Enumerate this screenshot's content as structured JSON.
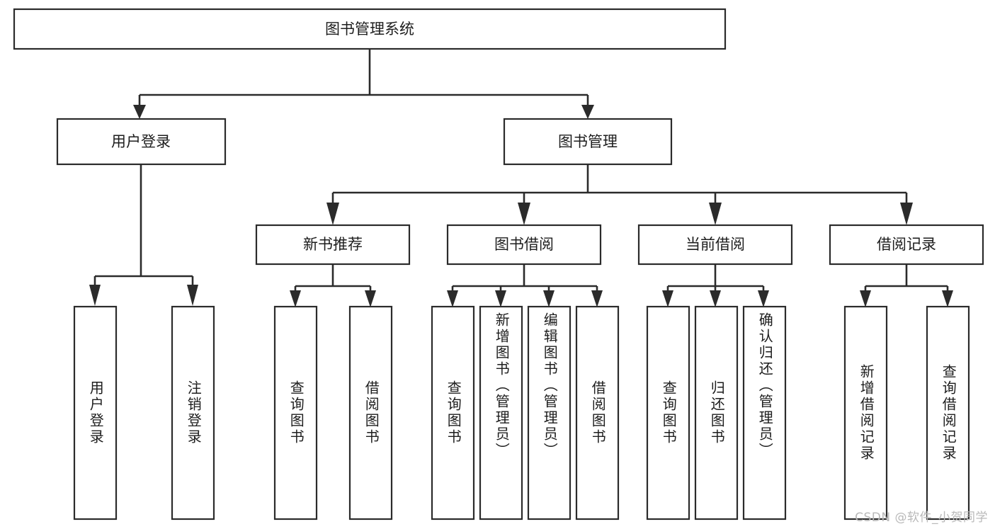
{
  "diagram": {
    "type": "tree",
    "title": "图书管理系统",
    "orientation": "top-down",
    "watermark": "CSDN @软件_小贺同学",
    "colors": {
      "background": "#ffffff",
      "node_fill": "#ffffff",
      "node_stroke": "#2b2b2b",
      "text": "#1d1d1d",
      "watermark": "#b9b9b9"
    },
    "levels": [
      {
        "level": 1,
        "nodes": [
          {
            "id": "root",
            "label": "图书管理系统",
            "orientation": "horizontal"
          }
        ]
      },
      {
        "level": 2,
        "nodes": [
          {
            "id": "login",
            "label": "用户登录",
            "orientation": "horizontal",
            "parent": "root"
          },
          {
            "id": "bookmgmt",
            "label": "图书管理",
            "orientation": "horizontal",
            "parent": "root"
          }
        ]
      },
      {
        "level": 3,
        "nodes": [
          {
            "id": "newbook",
            "label": "新书推荐",
            "orientation": "horizontal",
            "parent": "bookmgmt"
          },
          {
            "id": "borrow",
            "label": "图书借阅",
            "orientation": "horizontal",
            "parent": "bookmgmt"
          },
          {
            "id": "current",
            "label": "当前借阅",
            "orientation": "horizontal",
            "parent": "bookmgmt"
          },
          {
            "id": "records",
            "label": "借阅记录",
            "orientation": "horizontal",
            "parent": "bookmgmt"
          }
        ]
      },
      {
        "level": 4,
        "nodes": [
          {
            "id": "leaf-login-1",
            "label": "用户登录",
            "orientation": "vertical",
            "parent": "login"
          },
          {
            "id": "leaf-login-2",
            "label": "注销登录",
            "orientation": "vertical",
            "parent": "login"
          },
          {
            "id": "leaf-newbook-1",
            "label": "查询图书",
            "orientation": "vertical",
            "parent": "newbook"
          },
          {
            "id": "leaf-newbook-2",
            "label": "借阅图书",
            "orientation": "vertical",
            "parent": "newbook"
          },
          {
            "id": "leaf-borrow-1",
            "label": "查询图书",
            "orientation": "vertical",
            "parent": "borrow"
          },
          {
            "id": "leaf-borrow-2",
            "label": "新增图书（管理员）",
            "orientation": "vertical",
            "parent": "borrow"
          },
          {
            "id": "leaf-borrow-3",
            "label": "编辑图书（管理员）",
            "orientation": "vertical",
            "parent": "borrow"
          },
          {
            "id": "leaf-borrow-4",
            "label": "借阅图书",
            "orientation": "vertical",
            "parent": "borrow"
          },
          {
            "id": "leaf-current-1",
            "label": "查询图书",
            "orientation": "vertical",
            "parent": "current"
          },
          {
            "id": "leaf-current-2",
            "label": "归还图书",
            "orientation": "vertical",
            "parent": "current"
          },
          {
            "id": "leaf-current-3",
            "label": "确认归还（管理员）",
            "orientation": "vertical",
            "parent": "current"
          },
          {
            "id": "leaf-records-1",
            "label": "新增借阅记录",
            "orientation": "vertical",
            "parent": "records"
          },
          {
            "id": "leaf-records-2",
            "label": "查询借阅记录",
            "orientation": "vertical",
            "parent": "records"
          }
        ]
      }
    ]
  }
}
